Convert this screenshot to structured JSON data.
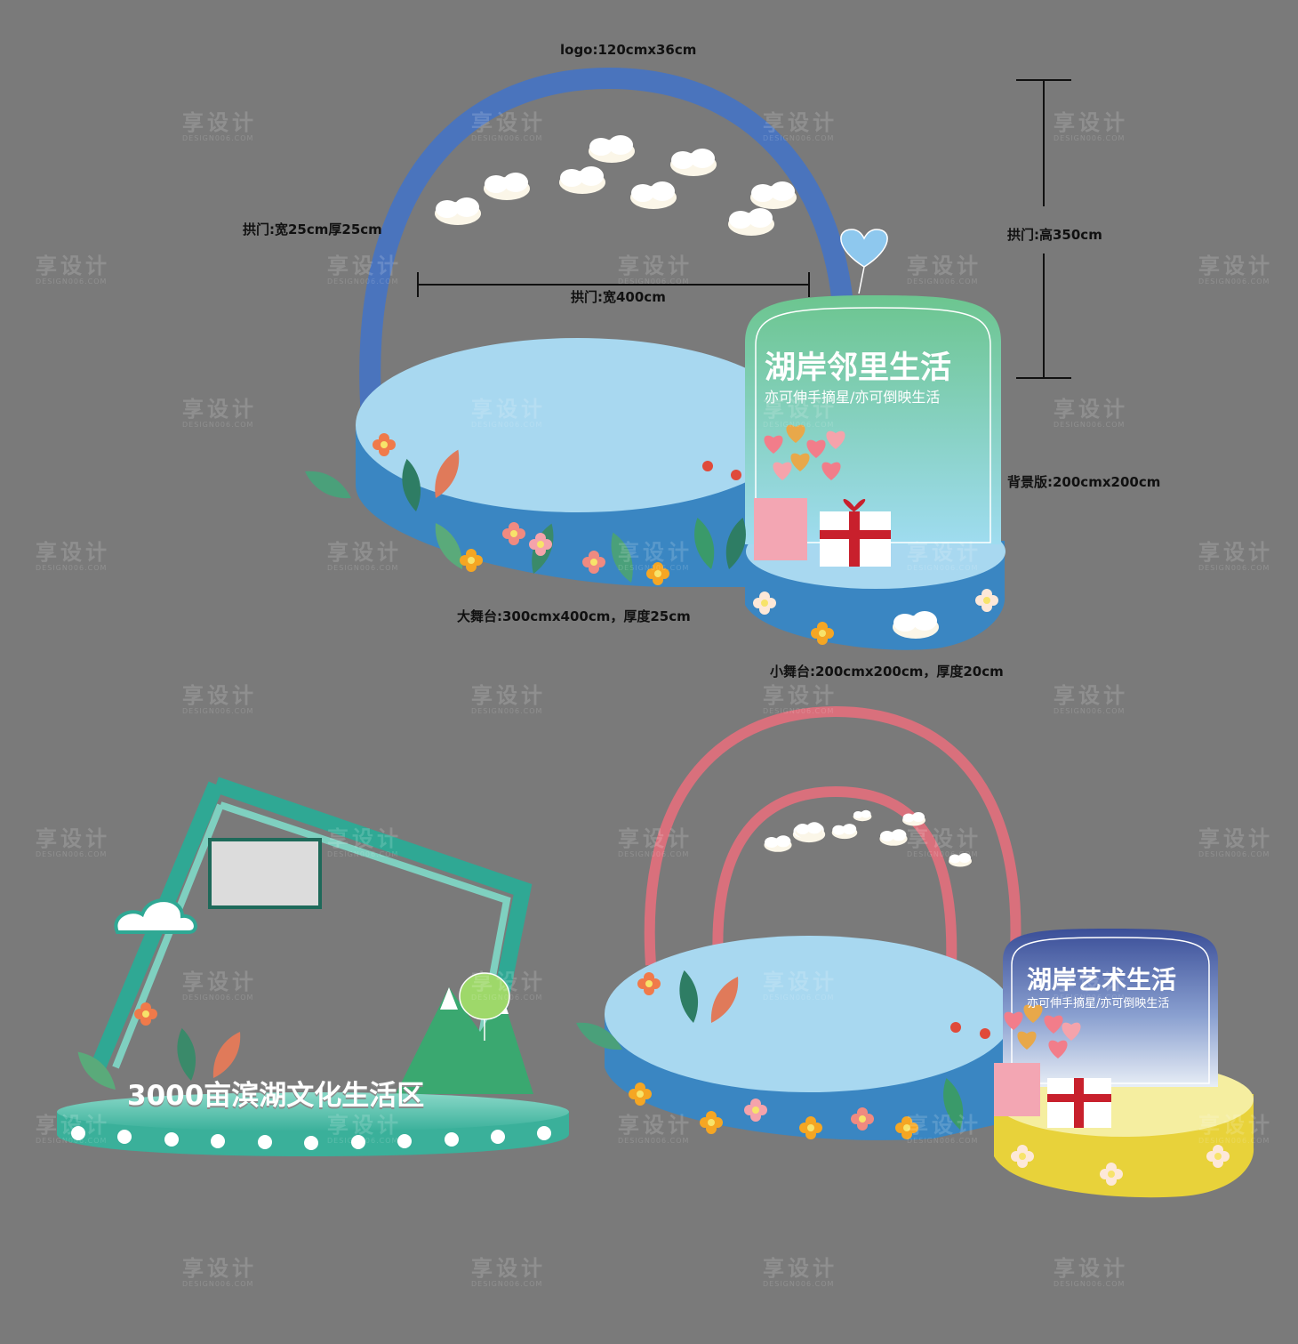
{
  "colors": {
    "background": "#7a7a7a",
    "arch_blue": "#4a74bd",
    "stage_light_blue": "#a8d8f0",
    "stage_side_blue": "#3a86c2",
    "sign_green": "#5cbf90",
    "arch_pink": "#d9707c",
    "sign_navy": "#3a4e98",
    "stage_yellow": "#f0e060",
    "frame_teal": "#2fa894"
  },
  "labels": {
    "logo": "logo:120cmx36cm",
    "arch_size": "拱门:宽25cm厚25cm",
    "arch_width": "拱门:宽400cm",
    "arch_height": "拱门:高350cm",
    "backboard": "背景版:200cmx200cm",
    "big_stage": "大舞台:300cmx400cm，厚度25cm",
    "small_stage": "小舞台:200cmx200cm，厚度20cm"
  },
  "sign1": {
    "title": "湖岸邻里生活",
    "subtitle": "亦可伸手摘星/亦可倒映生活"
  },
  "sign2": {
    "title": "湖岸艺术生活",
    "subtitle": "亦可伸手摘星/亦可倒映生活"
  },
  "frame_stage": {
    "title": "3000亩滨湖文化生活区"
  },
  "watermark": {
    "text": "享设计",
    "sub": "DESIGN006.COM"
  },
  "icons": [
    "cloud-icon",
    "heart-balloon-icon",
    "gift-box-icon",
    "flower-icon",
    "leaf-icon",
    "mountain-icon",
    "hot-air-balloon-icon",
    "stage-light-icon"
  ]
}
